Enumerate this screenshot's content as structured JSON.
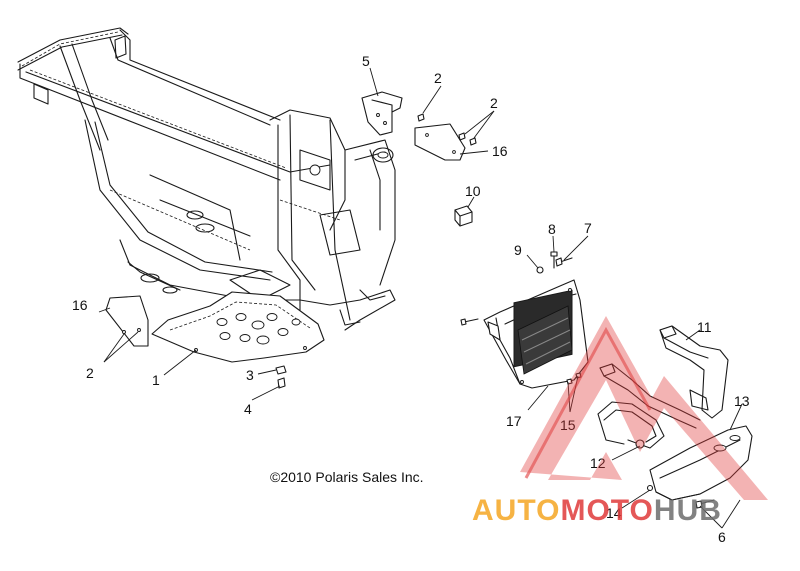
{
  "callouts": {
    "c1": "1",
    "c2a": "2",
    "c2b": "2",
    "c2c": "2",
    "c3": "3",
    "c4": "4",
    "c5": "5",
    "c6": "6",
    "c7": "7",
    "c8": "8",
    "c9": "9",
    "c10": "10",
    "c11": "11",
    "c12": "12",
    "c13": "13",
    "c14": "14",
    "c15": "15",
    "c16a": "16",
    "c16b": "16",
    "c17": "17"
  },
  "copyright": "©2010 Polaris Sales Inc.",
  "watermark": {
    "part1": "AUTO",
    "part2": "MOTO",
    "part3": "HUB",
    "color_orange": "#f5a623",
    "color_red": "#e03a3a",
    "color_gray": "#6d6d6d"
  }
}
